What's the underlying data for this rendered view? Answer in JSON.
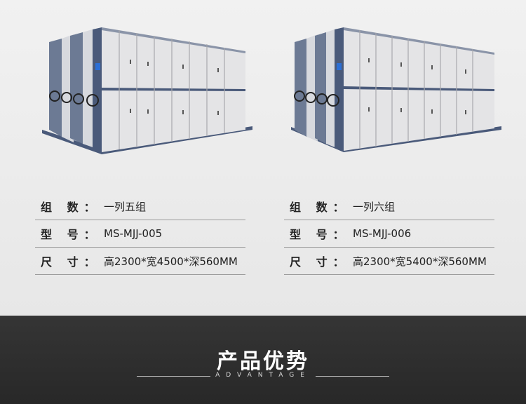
{
  "products": [
    {
      "group_label": "组 数：",
      "group_value": "一列五组",
      "model_label": "型 号：",
      "model_value": "MS-MJJ-005",
      "size_label": "尺 寸：",
      "size_value": "高2300*宽4500*深560MM"
    },
    {
      "group_label": "组 数：",
      "group_value": "一列六组",
      "model_label": "型 号：",
      "model_value": "MS-MJJ-006",
      "size_label": "尺 寸：",
      "size_value": "高2300*宽5400*深560MM"
    }
  ],
  "advantage": {
    "title": "产品优势",
    "subtitle": "ADVANTAGE"
  },
  "colors": {
    "frame": "#4a5a7a",
    "door": "#e2e2e4",
    "band": "#2e2e2e"
  }
}
